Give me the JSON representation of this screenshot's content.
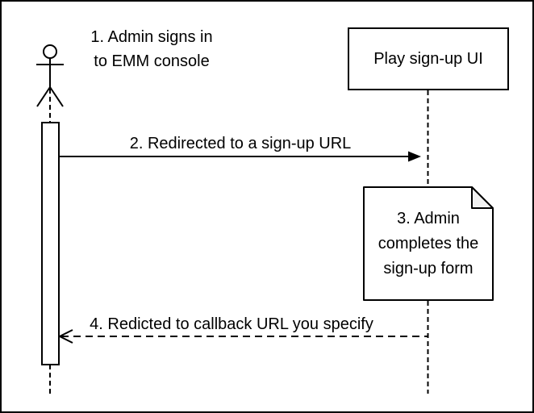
{
  "diagram": {
    "kind": "sequence-diagram",
    "colors": {
      "stroke": "#000000",
      "shape_fill": "#ffffff",
      "note_fold": "#f2f2f2",
      "background": "#ffffff",
      "text": "#000000"
    },
    "actor": {
      "icon": "actor-stick-figure",
      "annotation": "1. Admin signs in\nto EMM console"
    },
    "participant": {
      "label": "Play sign-up UI"
    },
    "messages": [
      {
        "label": "2. Redirected to a sign-up URL",
        "line_style": "solid",
        "arrowhead": "filled",
        "direction": "actor-to-participant"
      },
      {
        "label": "4. Redicted to callback URL you specify",
        "line_style": "dashed",
        "arrowhead": "open",
        "direction": "participant-to-actor"
      }
    ],
    "note": {
      "text": "3. Admin\ncompletes the\nsign-up form"
    }
  }
}
